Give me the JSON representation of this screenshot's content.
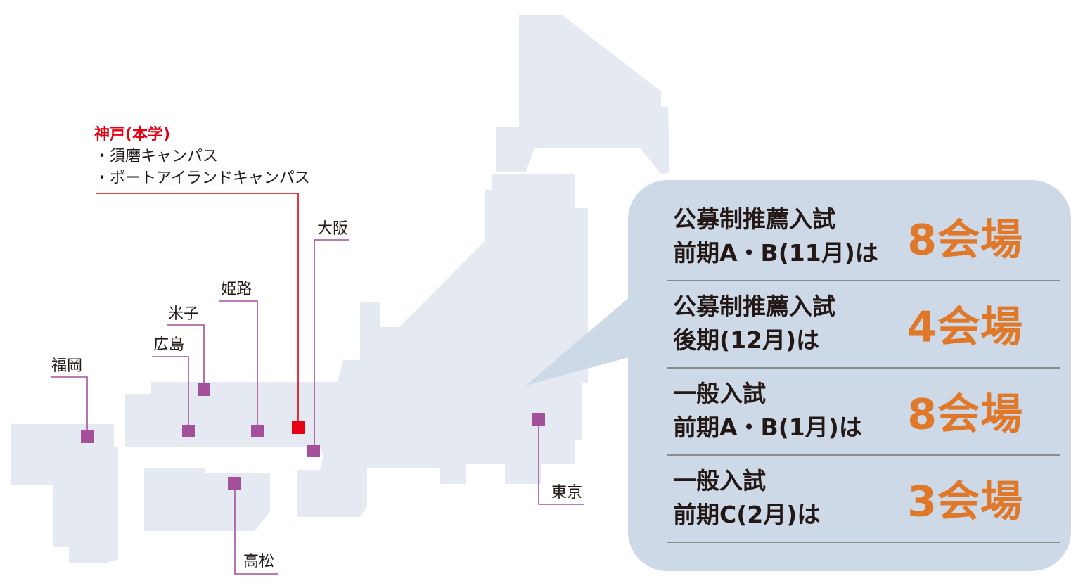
{
  "main_campus": {
    "title": "神戸(本学)",
    "campuses": [
      "・須磨キャンパス",
      "・ポートアイランドキャンパス"
    ]
  },
  "venues": {
    "osaka": "大阪",
    "himeji": "姫路",
    "yonago": "米子",
    "hiroshima": "広島",
    "fukuoka": "福岡",
    "takamatsu": "高松",
    "tokyo": "東京"
  },
  "exams": [
    {
      "line1": "公募制推薦入試",
      "line2": "前期A・B(11月)は",
      "count": "8会場"
    },
    {
      "line1": "公募制推薦入試",
      "line2": "後期(12月)は",
      "count": "4会場"
    },
    {
      "line1": "一般入試",
      "line2": "前期A・B(1月)は",
      "count": "8会場"
    },
    {
      "line1": "一般入試",
      "line2": "前期C(2月)は",
      "count": "3会場"
    }
  ],
  "colors": {
    "land": "#e5eaf2",
    "panel": "#cdd9e6",
    "venue_marker": "#a4509a",
    "main_marker": "#e60012",
    "count_text": "#e0782a"
  }
}
